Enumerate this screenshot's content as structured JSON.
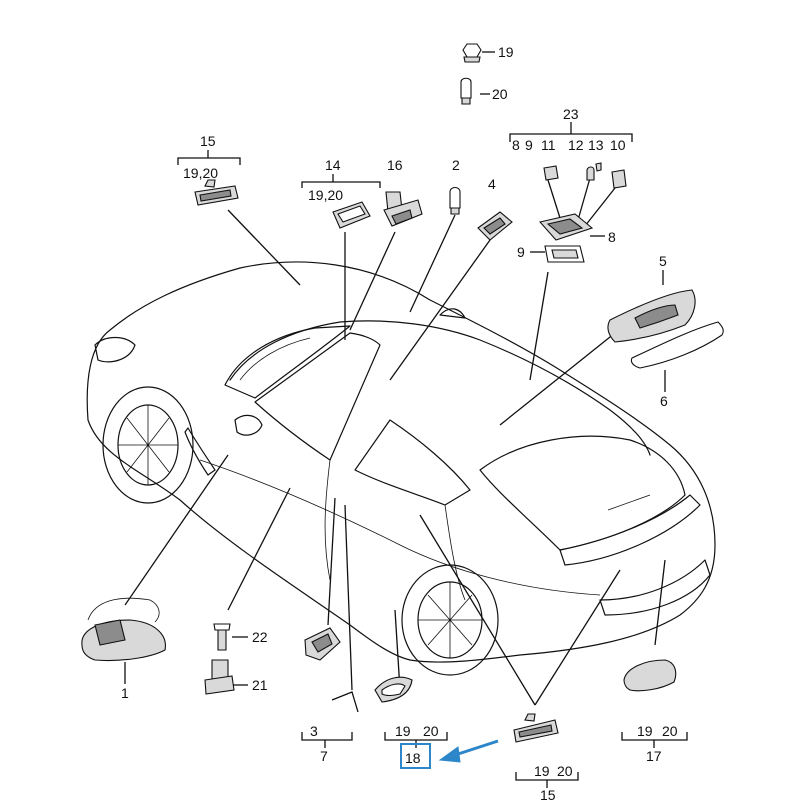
{
  "callouts": {
    "c19_top": "19",
    "c20_top": "20",
    "c23": "23",
    "c8_top": "8",
    "c9_top": "9",
    "c11": "11",
    "c12": "12",
    "c13": "13",
    "c10": "10",
    "c8_side": "8",
    "c9_side": "9",
    "c15_top": "15",
    "c15_top_sub": "19,20",
    "c14": "14",
    "c14_sub": "19,20",
    "c16": "16",
    "c2": "2",
    "c4": "4",
    "c5": "5",
    "c6": "6",
    "c1": "1",
    "c22": "22",
    "c21": "21",
    "c3": "3",
    "c7": "7",
    "c19_18": "19",
    "c20_18": "20",
    "c18": "18",
    "c19_15b": "19",
    "c20_15b": "20",
    "c15_bottom": "15",
    "c19_17": "19",
    "c20_17": "20",
    "c17": "17"
  },
  "colors": {
    "highlight": "#2c86c9",
    "line": "#111111",
    "part_fill": "#d9d9d9"
  }
}
